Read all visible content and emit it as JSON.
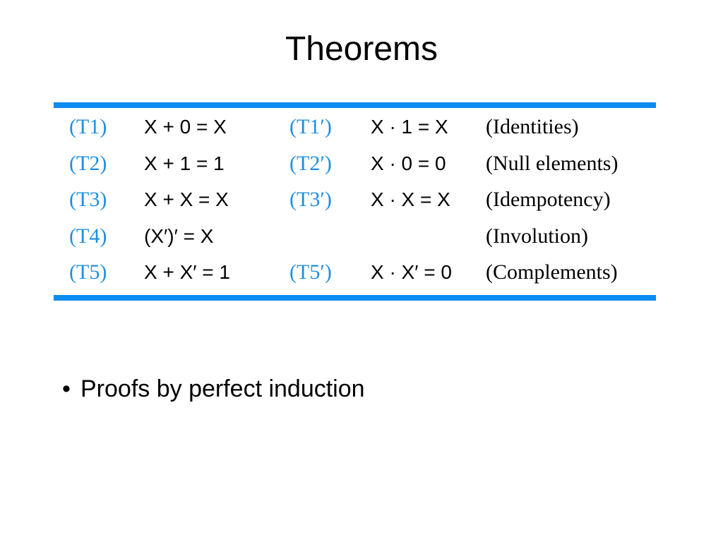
{
  "title": "Theorems",
  "colors": {
    "rule": "#0a8cf0",
    "label": "#1e8fe0",
    "text": "#000000"
  },
  "theorems": [
    {
      "label": "(T1)",
      "expr": "X + 0 = X",
      "dual_label": "(T1′)",
      "dual_expr": "X · 1 = X",
      "name": "(Identities)"
    },
    {
      "label": "(T2)",
      "expr": "X + 1 = 1",
      "dual_label": "(T2′)",
      "dual_expr": "X · 0 = 0",
      "name": "(Null elements)"
    },
    {
      "label": "(T3)",
      "expr": "X + X = X",
      "dual_label": "(T3′)",
      "dual_expr": "X · X = X",
      "name": "(Idempotency)"
    },
    {
      "label": "(T4)",
      "expr": "(X′)′ = X",
      "dual_label": "",
      "dual_expr": "",
      "name": "(Involution)"
    },
    {
      "label": "(T5)",
      "expr": "X + X′ = 1",
      "dual_label": "(T5′)",
      "dual_expr": "X · X′ = 0",
      "name": "(Complements)"
    }
  ],
  "bullets": [
    {
      "marker": "•",
      "text": "Proofs by perfect induction"
    }
  ]
}
